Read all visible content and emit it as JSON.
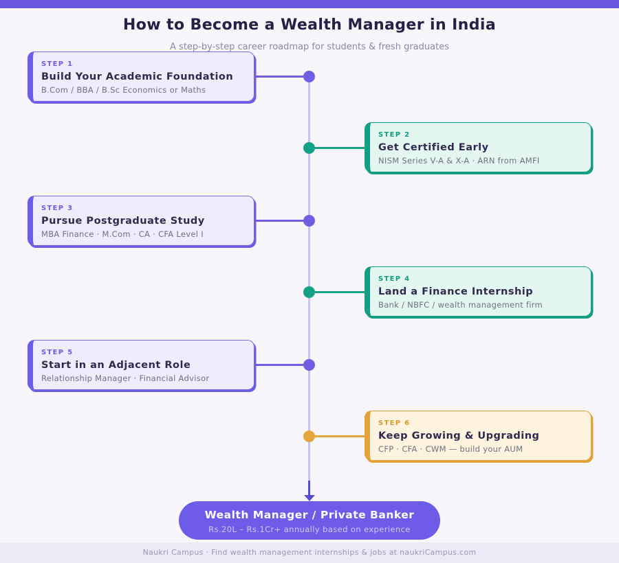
{
  "page": {
    "title": "How to Become a Wealth Manager in India",
    "subtitle": "A step-by-step career roadmap for students & fresh graduates",
    "footer": "Naukri Campus · Find wealth management internships & jobs at naukriCampus.com"
  },
  "steps": [
    {
      "label": "STEP 1",
      "title": "Build Your Academic Foundation",
      "detail": "B.Com / BBA / B.Sc Economics or Maths",
      "side": "left",
      "theme": "purple"
    },
    {
      "label": "STEP 2",
      "title": "Get Certified Early",
      "detail": "NISM Series V-A & X-A · ARN from AMFI",
      "side": "right",
      "theme": "teal"
    },
    {
      "label": "STEP 3",
      "title": "Pursue Postgraduate Study",
      "detail": "MBA Finance · M.Com · CA · CFA Level I",
      "side": "left",
      "theme": "purple"
    },
    {
      "label": "STEP 4",
      "title": "Land a Finance Internship",
      "detail": "Bank / NBFC / wealth management firm",
      "side": "right",
      "theme": "teal"
    },
    {
      "label": "STEP 5",
      "title": "Start in an Adjacent Role",
      "detail": "Relationship Manager · Financial Advisor",
      "side": "left",
      "theme": "purple"
    },
    {
      "label": "STEP 6",
      "title": "Keep Growing & Upgrading",
      "detail": "CFP · CFA · CWM — build your AUM",
      "side": "right",
      "theme": "amber"
    }
  ],
  "destination": {
    "title": "Wealth Manager / Private Banker",
    "subtitle": "Rs.20L – Rs.1Cr+ annually based on experience"
  },
  "colors": {
    "top_bar": "#6A5AE0",
    "background": "#F8F6FB",
    "purple_accent": "#6C5CE7",
    "teal_accent": "#149F85",
    "amber_accent": "#E3A33C",
    "timeline_line": "#C9C2ED",
    "heading_text": "#262046",
    "muted_text": "#6E7280",
    "footer_band": "#ECEAF6"
  }
}
